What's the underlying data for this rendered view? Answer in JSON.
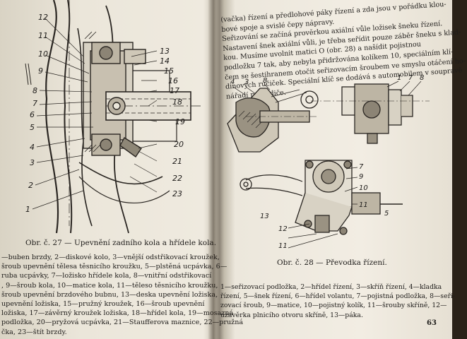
{
  "left_page": {
    "figure": {
      "callouts_left": [
        "12",
        "11",
        "10",
        "9",
        "8",
        "7",
        "6",
        "5",
        "4",
        "3",
        "2",
        "1"
      ],
      "callouts_right": [
        "13",
        "14",
        "15",
        "16",
        "17",
        "18",
        "19",
        "20",
        "21",
        "22",
        "23"
      ]
    },
    "caption": "Obr. č. 27 — Upevnění zadního kola a hřídele kola.",
    "legend_lines": [
      "—buben brzdy, 2—diskové kolo, 3—vnější odstřikovací kroužek,",
      "šroub upevnění tělesa těsnicího kroužku, 5—plstěná ucpávka, 6—",
      "ruba ucpávky, 7—ložisko hřídele kola, 8—vnitřní odstřikovací",
      ", 9—šroub kola, 10—matice kola, 11—těleso těsnicího kroužku,",
      "šroub upevnění brzdového bubnu, 13—deska upevnění ložiska,",
      "upevnění ložiska, 15—pružný kroužek, 16—šroub upevnění",
      "ložiska, 17—závěrný kroužek ložiska, 18—hřídel kola, 19—mosazná",
      "podložka, 20—pryžová ucpávka, 21—Staufferova maznice, 22—pružná",
      "čka, 23—štít brzdy."
    ]
  },
  "right_page": {
    "body_lines": [
      "(vačka) řízení a předlohové páky řízení a zda jsou v pořádku klou-",
      "bové spoje a svislé čepy nápravy.",
      "Seřizování se začíná prověrkou axiální vůle ložisek šneku řízení.",
      "Nastavení šnek axiální vůli, je třeba seřídit pouze záběr šneku s klad-",
      "kou. Musíme uvolnit matici O (obr. 28) a našídit pojistnou",
      "podložku 7 tak, aby nebyla přidržována kolíkem 10, speciálním klí-",
      "čem se šestihranem otočit seřizovacím šroubem ve smyslu otáčení ho-",
      "dinových ručiček. Speciální klíč se dodává s automobilem v soupravě",
      "nářadí pro řidiče."
    ],
    "figure": {
      "labels_top_left": [
        "4",
        "3",
        "8"
      ],
      "labels_top_right": [
        "1",
        "7",
        "8"
      ],
      "labels_bottom": [
        "7",
        "9",
        "10",
        "11",
        "12",
        "13",
        "11",
        "5"
      ]
    },
    "caption": "Obr. č. 28 — Převodka řízení.",
    "legend_lines": [
      "1—seřizovací podložka, 2—hřídel řízení, 3—skříň řízení, 4—kladka",
      "řízení, 5—šnek řízení, 6—hřídel volantu, 7—pojistná podložka, 8—seři-",
      "zovací šroub, 9—matice, 10—pojistný kolík, 11—šrouby skříně, 12—",
      "uzávěrka plnicího otvoru skříně, 13—páka."
    ],
    "page_number": "63"
  }
}
